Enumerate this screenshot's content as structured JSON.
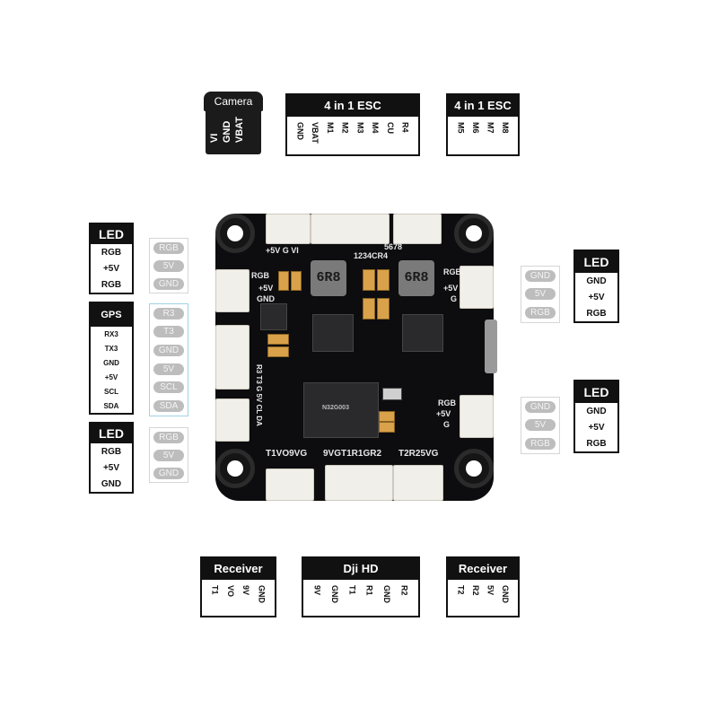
{
  "camera": {
    "title": "Camera",
    "pins": [
      "VI",
      "GND",
      "VBAT"
    ]
  },
  "esc1": {
    "title": "4 in 1 ESC",
    "pins": [
      "GND",
      "VBAT",
      "M1",
      "M2",
      "M3",
      "M4",
      "CU",
      "R4"
    ]
  },
  "esc2": {
    "title": "4 in 1 ESC",
    "pins": [
      "M5",
      "M6",
      "M7",
      "M8"
    ]
  },
  "led_left_top": {
    "title": "LED",
    "pins": [
      "RGB",
      "+5V",
      "RGB"
    ],
    "pills": [
      "RGB",
      "5V",
      "GND"
    ]
  },
  "gps": {
    "title": "GPS",
    "pins": [
      "RX3",
      "TX3",
      "GND",
      "+5V",
      "SCL",
      "SDA"
    ],
    "pills": [
      "R3",
      "T3",
      "GND",
      "5V",
      "SCL",
      "SDA"
    ]
  },
  "led_left_bottom": {
    "title": "LED",
    "pins": [
      "RGB",
      "+5V",
      "GND"
    ],
    "pills": [
      "RGB",
      "5V",
      "GND"
    ]
  },
  "led_right_top": {
    "title": "LED",
    "pins": [
      "GND",
      "+5V",
      "RGB"
    ],
    "pills": [
      "GND",
      "5V",
      "RGB"
    ]
  },
  "led_right_bottom": {
    "title": "LED",
    "pins": [
      "GND",
      "+5V",
      "RGB"
    ],
    "pills": [
      "GND",
      "5V",
      "RGB"
    ]
  },
  "receiver1": {
    "title": "Receiver",
    "pins": [
      "T1",
      "VO",
      "9V",
      "GND"
    ]
  },
  "djihd": {
    "title": "Dji HD",
    "pins": [
      "9V",
      "GND",
      "T1",
      "R1",
      "GND",
      "R2"
    ]
  },
  "receiver2": {
    "title": "Receiver",
    "pins": [
      "T2",
      "R2",
      "5V",
      "GND"
    ]
  },
  "board": {
    "silk_top": "+5V G VI",
    "silk_esc": "1234CR4",
    "silk_5678": "5678",
    "inductor1": "6R8",
    "inductor2": "6R8",
    "silk_bottom_left": "T1VO9VG",
    "silk_bottom_mid": "9VGT1R1GR2",
    "silk_bottom_right": "T2R25VG",
    "silk_left_rgb": "RGB",
    "silk_left_5v": "+5V",
    "silk_left_gnd": "GND",
    "silk_right_rgb": "RGB",
    "silk_right_5v": "+5V",
    "silk_right_g": "G",
    "silk_mid_rgb": "RGB",
    "silk_mid_5v": "+5V",
    "silk_mid_g": "G",
    "silk_gps": "R3 T3 G 5V CL DA",
    "mcu_text": "N32G003"
  }
}
